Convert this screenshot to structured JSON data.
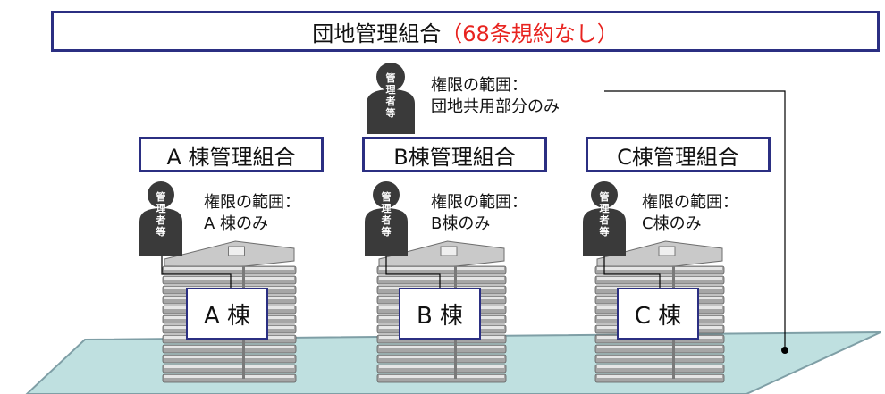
{
  "title": {
    "main": "団地管理組合",
    "note": "（68条規約なし）"
  },
  "manager_label": [
    "管",
    "理",
    "者",
    "等"
  ],
  "top_manager": {
    "scope_line1": "権限の範囲：",
    "scope_line2": "団地共用部分のみ"
  },
  "associations": [
    {
      "name": "A 棟管理組合",
      "scope_line1": "権限の範囲：",
      "scope_line2": "A 棟のみ",
      "building": "A 棟"
    },
    {
      "name": "B棟管理組合",
      "scope_line1": "権限の範囲：",
      "scope_line2": "B棟のみ",
      "building": "B 棟"
    },
    {
      "name": "C棟管理組合",
      "scope_line1": "権限の範囲：",
      "scope_line2": "C棟のみ",
      "building": "C 棟"
    }
  ],
  "colors": {
    "box_border": "#2b2f82",
    "title_note": "#e8231f",
    "ground": "#bfe0e0",
    "person": "#3a3a3a",
    "building": "#9a9a9a"
  }
}
